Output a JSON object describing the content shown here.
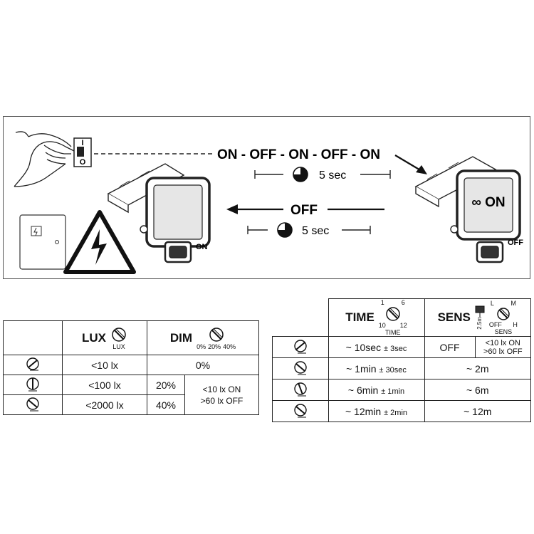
{
  "sequence": {
    "on_off_pattern": "ON - OFF - ON - OFF - ON",
    "duration_1": "5 sec",
    "off_label": "OFF",
    "duration_2": "5 sec"
  },
  "lamp_left": {
    "state_label": "ON"
  },
  "lamp_right": {
    "display_text": "∞ ON",
    "state_label": "OFF"
  },
  "switch": {
    "mark_on": "I",
    "mark_off": "O"
  },
  "lux_table": {
    "header_lux": "LUX",
    "header_lux_dial": "LUX",
    "header_dim": "DIM",
    "dim_dial_marks": [
      "0%",
      "20%",
      "40%"
    ],
    "rows": [
      {
        "lux": "<10 lx",
        "dim": "0%"
      },
      {
        "lux": "<100 lx",
        "dim": "20%"
      },
      {
        "lux": "<2000 lx",
        "dim": "40%"
      }
    ],
    "dim_note_line1": "<10 lx ON",
    "dim_note_line2": ">60 lx OFF"
  },
  "time_table": {
    "header_time": "TIME",
    "header_time_dial": "TIME",
    "time_dial_marks": [
      "1",
      "6",
      "10",
      "12"
    ],
    "header_sens": "SENS",
    "sens_height": "2.5m",
    "sens_dial_marks": [
      "L",
      "M",
      "OFF",
      "H"
    ],
    "header_sens_dial": "SENS",
    "rows": [
      {
        "time_main": "~ 10sec",
        "time_tol": "± 3sec",
        "sens_off": "OFF",
        "sens_note_line1": "<10 lx ON",
        "sens_note_line2": ">60 lx OFF"
      },
      {
        "time_main": "~ 1min",
        "time_tol": "± 30sec",
        "sens": "~ 2m"
      },
      {
        "time_main": "~ 6min",
        "time_tol": "± 1min",
        "sens": "~ 6m"
      },
      {
        "time_main": "~ 12min",
        "time_tol": "± 2min",
        "sens": "~ 12m"
      }
    ]
  }
}
